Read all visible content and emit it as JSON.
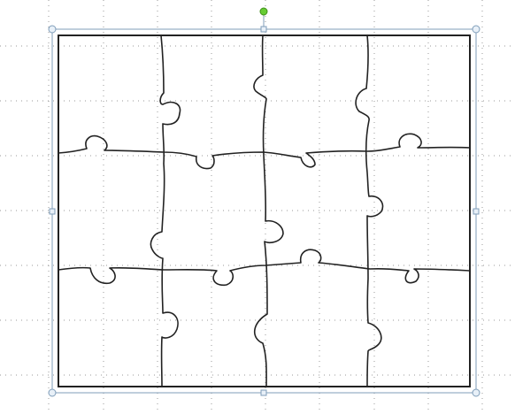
{
  "canvas": {
    "background": "#ffffff",
    "grid_color": "#9a9a9a",
    "show_grid": true
  },
  "shape": {
    "type": "jigsaw-puzzle",
    "rows": 3,
    "columns": 4,
    "line_color": "#222222",
    "selected": true
  },
  "selection": {
    "frame_color": "#7f9db9",
    "handle_fill": "#e8f0f8",
    "rotate_handle_color": "#66cc33",
    "handle_icons": [
      "resize-handle-icon",
      "rotate-handle-icon"
    ]
  }
}
